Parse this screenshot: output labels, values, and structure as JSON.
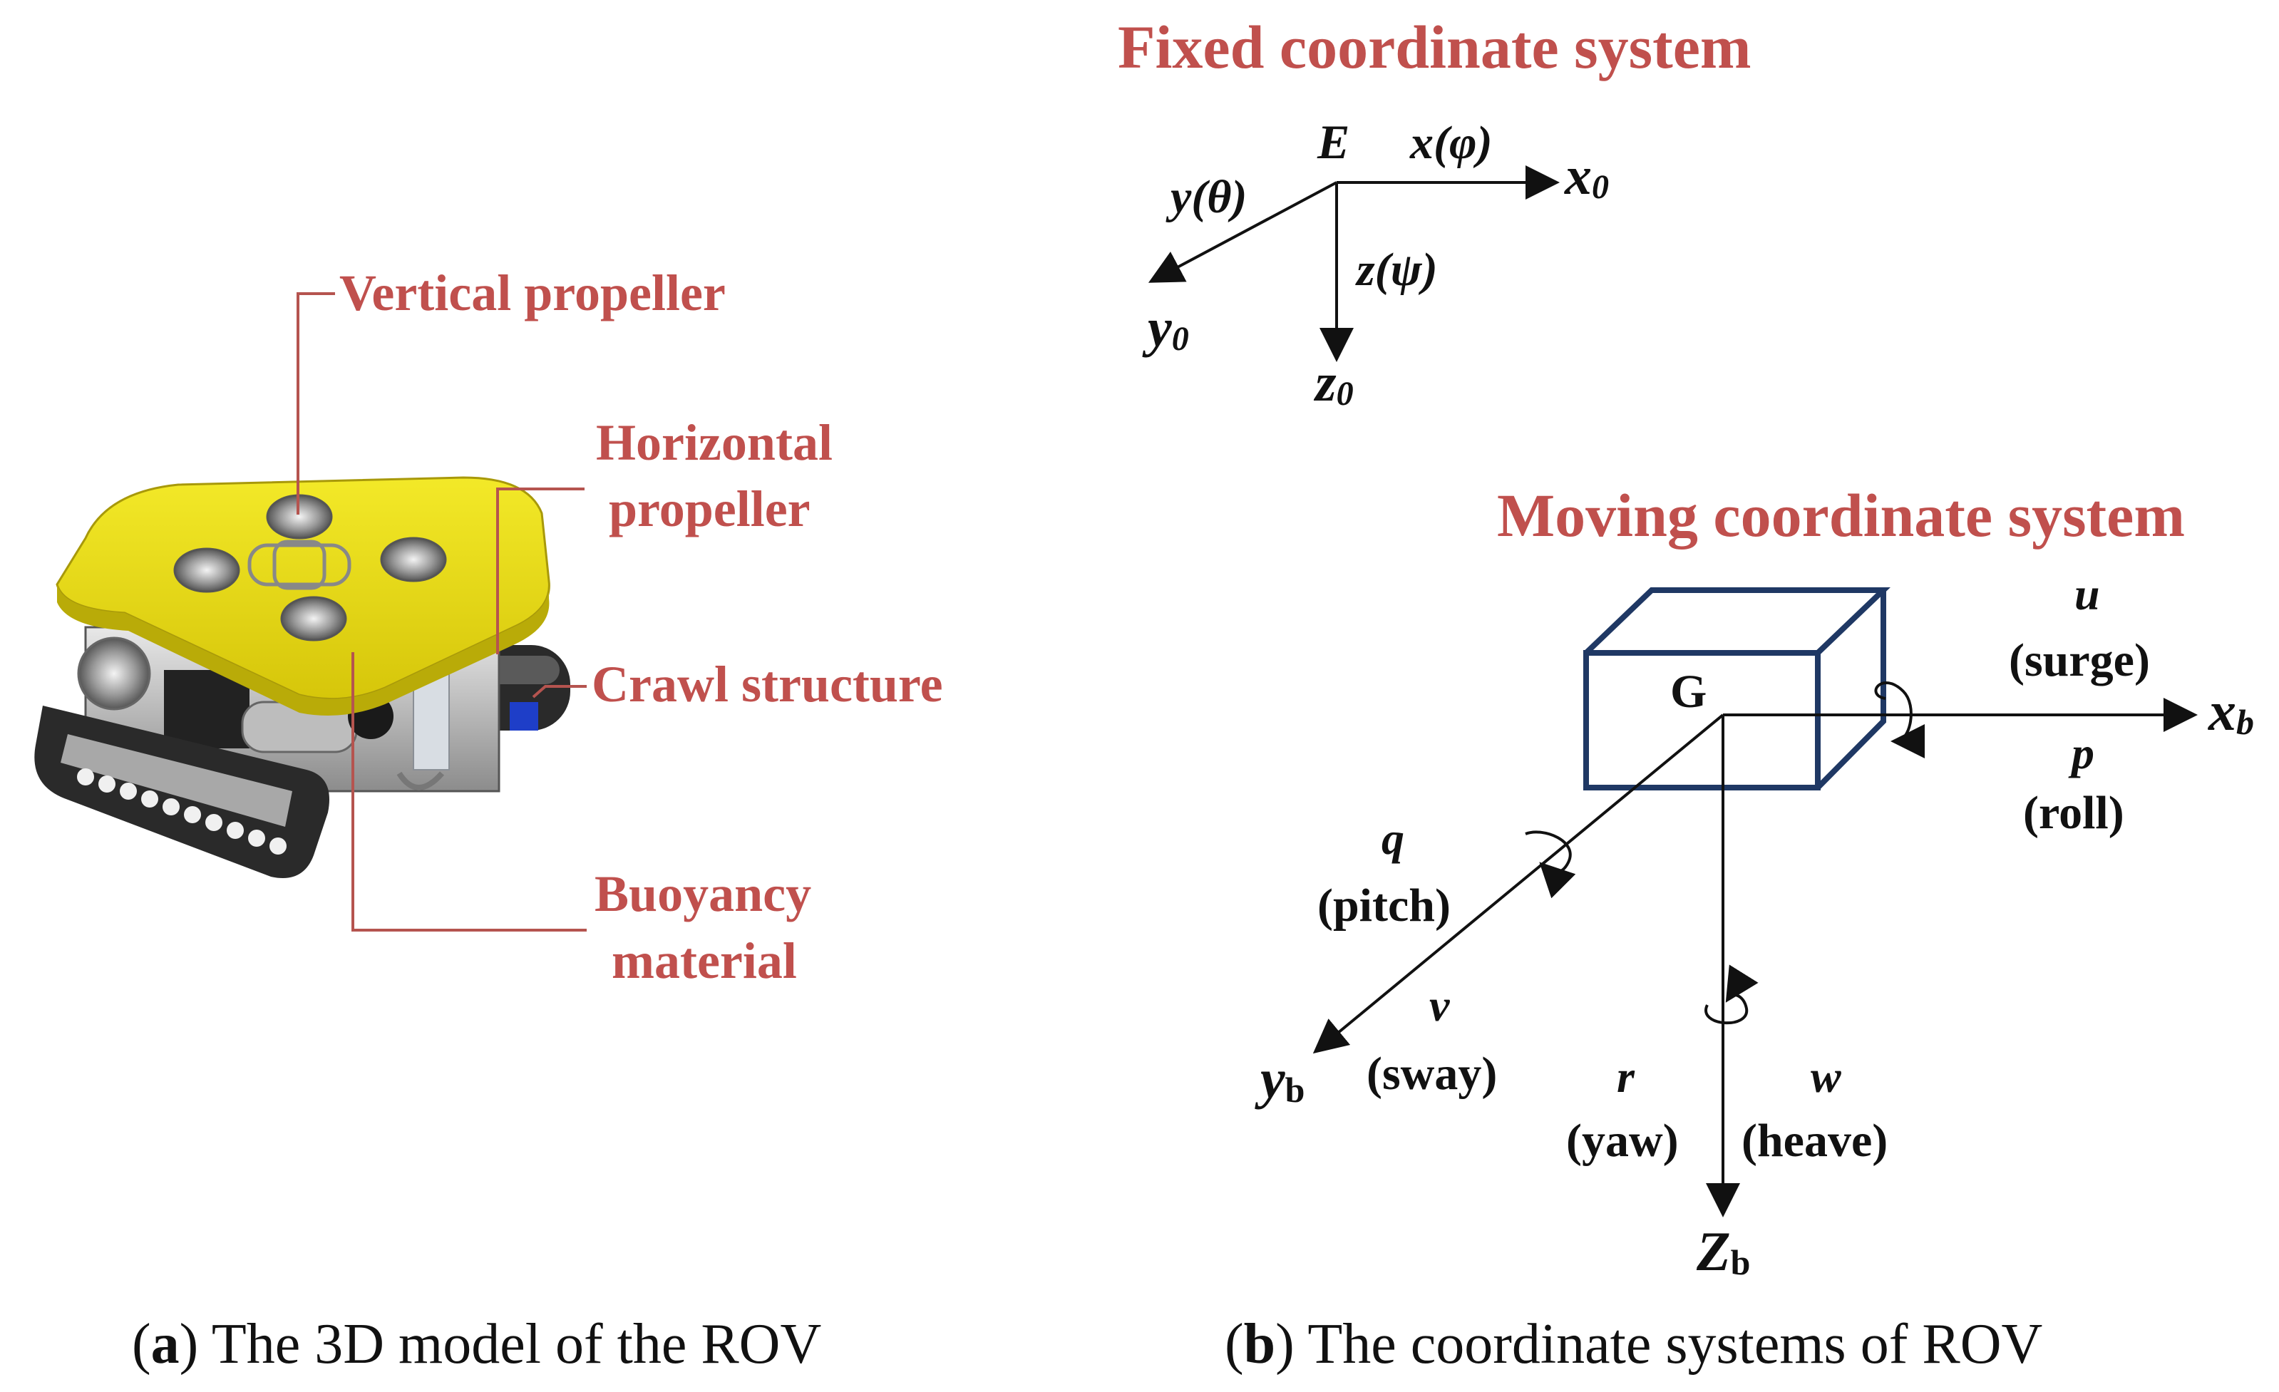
{
  "panel_a": {
    "labels": {
      "vertical_propeller": "Vertical propeller",
      "horizontal_propeller_1": "Horizontal",
      "horizontal_propeller_2": "propeller",
      "crawl_structure": "Crawl structure",
      "buoyancy_1": "Buoyancy",
      "buoyancy_2": "material"
    },
    "caption_letter": "a",
    "caption_text": ") The 3D model of the ROV",
    "caption_open": "("
  },
  "panel_b": {
    "fixed_title": "Fixed coordinate system",
    "fixed": {
      "origin": "E",
      "x_motion": "x(φ)",
      "y_motion": "y(θ)",
      "z_motion": "z(ψ)",
      "x_axis": "x",
      "y_axis": "y",
      "z_axis": "z",
      "axis_sub": "0"
    },
    "moving_title": "Moving coordinate system",
    "moving": {
      "origin": "G",
      "x_axis": "x",
      "x_sub": "b",
      "y_axis": "y",
      "y_sub": "b",
      "z_axis": "Z",
      "z_sub": "b",
      "u": "u",
      "surge": "(surge)",
      "p": "p",
      "roll": "(roll)",
      "q": "q",
      "pitch": "(pitch)",
      "v": "v",
      "sway": "(sway)",
      "r": "r",
      "yaw": "(yaw)",
      "w": "w",
      "heave": "(heave)"
    },
    "caption_open": "(",
    "caption_letter": "b",
    "caption_text": ") The coordinate systems of ROV"
  },
  "colors": {
    "label_red": "#c0504d",
    "leader_line": "#b5544f",
    "box_navy": "#1f3864",
    "plate_yellow": "#e5d80e",
    "track_dark": "#2a2a2a"
  }
}
